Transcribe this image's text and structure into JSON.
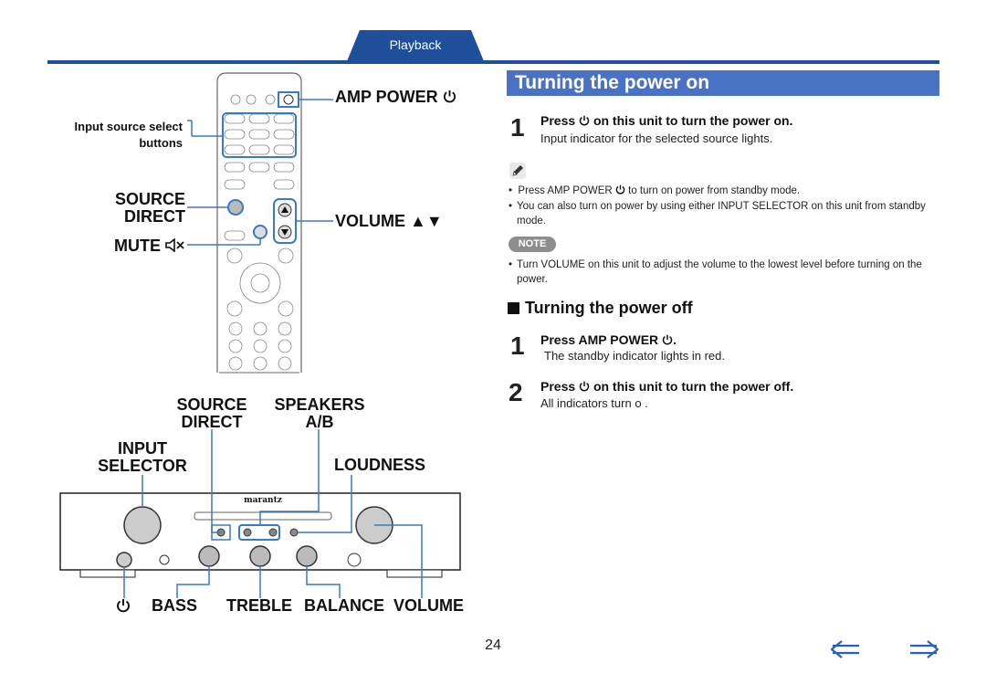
{
  "header": {
    "tab_label": "Playback"
  },
  "remote": {
    "callouts": {
      "amp_power": "AMP POWER",
      "input_source_select_line1": "Input source select",
      "input_source_select_line2": "buttons",
      "source_direct_line1": "SOURCE",
      "source_direct_line2": "DIRECT",
      "volume": "VOLUME ▲▼",
      "mute": "MUTE"
    }
  },
  "amplifier": {
    "callouts": {
      "source_direct_line1": "SOURCE",
      "source_direct_line2": "DIRECT",
      "speakers_line1": "SPEAKERS",
      "speakers_line2": "A/B",
      "input_selector_line1": "INPUT",
      "input_selector_line2": "SELECTOR",
      "loudness": "LOUDNESS",
      "bass": "BASS",
      "treble": "TREBLE",
      "balance": "BALANCE",
      "volume": "VOLUME"
    },
    "brand": "marantz"
  },
  "section": {
    "title": "Turning the power on",
    "steps_on": [
      {
        "number": "1",
        "main_before": "Press",
        "main_after": "on this unit to turn the power on.",
        "sub": "Input indicator for the selected source lights."
      }
    ],
    "tips": [
      {
        "before": "Press AMP POWER",
        "after": "to turn on power from standby mode."
      },
      {
        "text": "You can also turn on power by using either INPUT SELECTOR on this unit from standby mode."
      }
    ],
    "note_label": "NOTE",
    "notes": [
      "Turn VOLUME on this unit to adjust the volume to the lowest level before turning on the power."
    ],
    "subheading": "Turning the power off",
    "steps_off": [
      {
        "number": "1",
        "main": "Press AMP POWER",
        "sub": "The standby indicator lights in red."
      },
      {
        "number": "2",
        "main_before": "Press",
        "main_after": "on this unit to turn the power off.",
        "sub": "All indicators turn o  ."
      }
    ]
  },
  "footer": {
    "page_number": "24"
  },
  "colors": {
    "accent_blue": "#1f4e9a",
    "title_bar": "#4a72c4",
    "callout_line": "#3a78c8"
  },
  "icons": [
    "power-icon",
    "mute-icon",
    "pencil-icon",
    "back-arrow-icon",
    "forward-arrow-icon"
  ]
}
